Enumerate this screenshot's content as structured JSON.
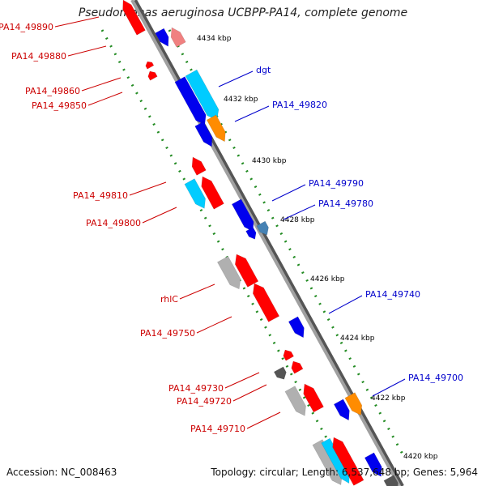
{
  "title": "Pseudomonas aeruginosa UCBPP-PA14, complete genome",
  "accession": "Accession: NC_008463",
  "topology": "Topology: circular; Length: 6,537,648 bp; Genes: 5,964",
  "colors": {
    "forward": "#ff0000",
    "forward_light": "#f08080",
    "reverse": "#0000ee",
    "reverse_cyan": "#00ccff",
    "orange": "#ff8c00",
    "steel": "#4682b4",
    "gray": "#b0b0b0",
    "darkgray": "#555555",
    "backbone": "#808080",
    "tick": "#228b22",
    "label_left": "#cc0000",
    "label_right": "#0000cc"
  },
  "ticks": [
    {
      "label": "4434 kbp"
    },
    {
      "label": "4432 kbp"
    },
    {
      "label": "4430 kbp"
    },
    {
      "label": "4428 kbp"
    },
    {
      "label": "4426 kbp"
    },
    {
      "label": "4424 kbp"
    },
    {
      "label": "4422 kbp"
    },
    {
      "label": "4420 kbp"
    }
  ],
  "genes_left": [
    {
      "label": "PA14_49890"
    },
    {
      "label": "PA14_49880"
    },
    {
      "label": "PA14_49860"
    },
    {
      "label": "PA14_49850"
    },
    {
      "label": "PA14_49810"
    },
    {
      "label": "PA14_49800"
    },
    {
      "label": "rhlC"
    },
    {
      "label": "PA14_49750"
    },
    {
      "label": "PA14_49730"
    },
    {
      "label": "PA14_49720"
    },
    {
      "label": "PA14_49710"
    }
  ],
  "genes_right": [
    {
      "label": "dgt"
    },
    {
      "label": "PA14_49820"
    },
    {
      "label": "PA14_49790"
    },
    {
      "label": "PA14_49780"
    },
    {
      "label": "PA14_49740"
    },
    {
      "label": "PA14_49700"
    }
  ]
}
